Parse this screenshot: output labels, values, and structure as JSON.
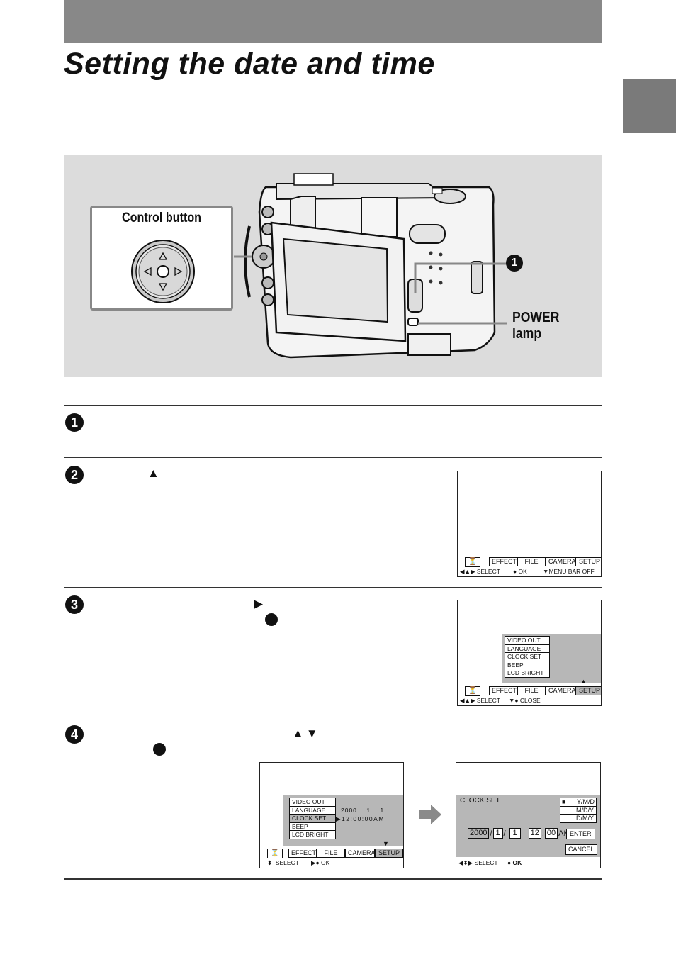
{
  "page": {
    "title": "Setting the date and time"
  },
  "figure": {
    "callout_title": "Control button",
    "step1_marker": "1",
    "power_lamp_label_line1": "POWER",
    "power_lamp_label_line2": "lamp"
  },
  "steps": [
    {
      "number": "1"
    },
    {
      "number": "2",
      "arrow": "▲"
    },
    {
      "number": "3",
      "arrow": "▶"
    },
    {
      "number": "4",
      "arrow": "▲▼"
    }
  ],
  "screen2": {
    "tabs": [
      "EFFECT",
      "FILE",
      "CAMERA",
      "SETUP"
    ],
    "guide": [
      "◀▲▶ SELECT",
      "● OK",
      "▼MENU BAR OFF"
    ]
  },
  "screen3": {
    "submenu": [
      "VIDEO OUT",
      "LANGUAGE",
      "CLOCK SET",
      "BEEP",
      "LCD BRIGHT"
    ],
    "tabs": [
      "EFFECT",
      "FILE",
      "CAMERA",
      "SETUP"
    ],
    "guide": [
      "◀▲▶ SELECT",
      "▼● CLOSE"
    ]
  },
  "screen4a": {
    "submenu": [
      "VIDEO OUT",
      "LANGUAGE",
      "CLOCK SET",
      "BEEP",
      "LCD BRIGHT"
    ],
    "date_readout": "2000    1    1",
    "time_readout": "▶12:00:00AM",
    "tabs": [
      "EFFECT",
      "FILE",
      "CAMERA",
      "SETUP"
    ],
    "guide": [
      "⬍  SELECT",
      "▶● OK"
    ]
  },
  "screen4b": {
    "title": "CLOCK SET",
    "formats": [
      "Y/M/D",
      "M/D/Y",
      "D/M/Y"
    ],
    "year": "2000",
    "month": "1",
    "day": "1",
    "hour": "12",
    "minute": "00",
    "ampm": "AM",
    "enter": "ENTER",
    "cancel": "CANCEL",
    "guide": [
      "◀⬍▶ SELECT",
      "● OK"
    ]
  },
  "colors": {
    "panel": "#dcdcdc",
    "header": "#888888",
    "highlight": "#b5b5b5"
  }
}
